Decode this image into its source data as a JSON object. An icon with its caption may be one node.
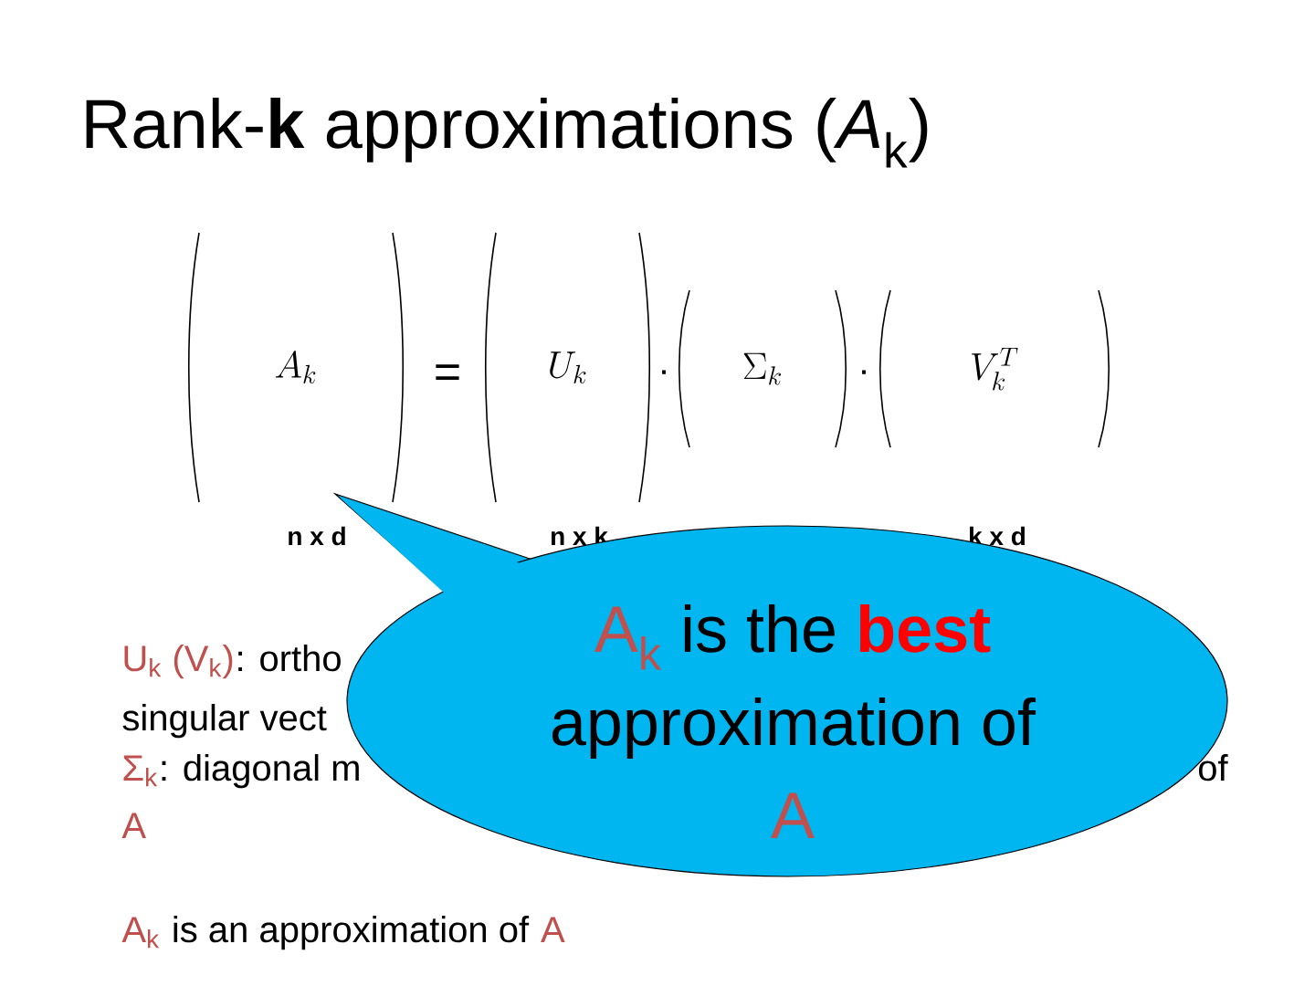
{
  "diagram": {
    "title": "Rank-**k** approximations (*A*$_{k}$)",
    "nodes": [
      {
        "text": [
          "A_k"
        ]
      },
      {
        "text": [
          "U_k"
        ]
      },
      {
        "text": [
          "\\Sigma_k"
        ]
      },
      {
        "text": [
          "V_k^T"
        ]
      },
      {
        "text": [
          "A$_{k}$",
          "is the",
          "best",
          "approximation of",
          "A"
        ]
      }
    ],
    "edges": [],
    "labels": [
      "=",
      "·",
      "·",
      "n x d",
      "n x k",
      "k x d",
      "U$_{k}$ (V$_{k}$)",
      ": ortho",
      "singular vect",
      "Σ$_{k}$",
      ": diagonal m",
      "of",
      "A",
      "A$_{k}$",
      "is an approximation of",
      "A"
    ]
  }
}
